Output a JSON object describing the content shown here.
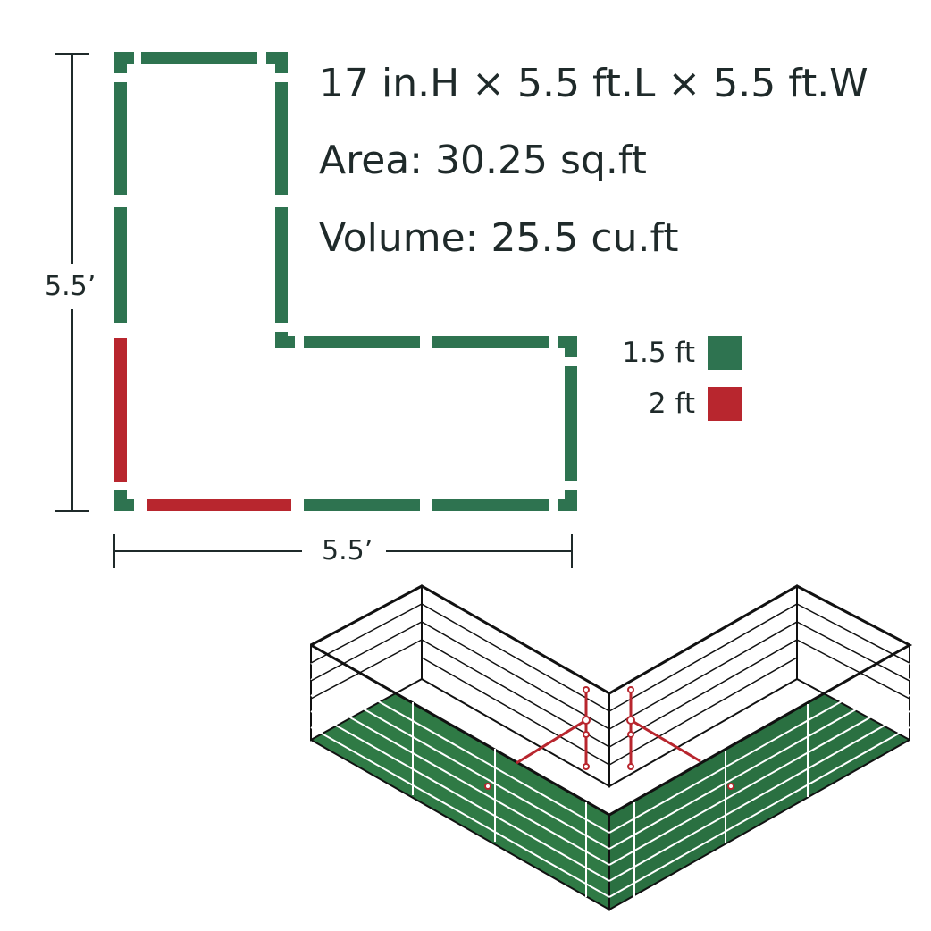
{
  "specs": {
    "dimensions": "17 in.H × 5.5 ft.L × 5.5 ft.W",
    "area": "Area: 30.25 sq.ft",
    "volume": "Volume: 25.5 cu.ft"
  },
  "plan": {
    "height_label": "5.5’",
    "width_label": "5.5’"
  },
  "legend": [
    {
      "label": "1.5 ft",
      "color": "#2e7350"
    },
    {
      "label": "2 ft",
      "color": "#b8262e"
    }
  ],
  "colors": {
    "green": "#2e7350",
    "red": "#b8262e",
    "text": "#1f2a2a",
    "panel_dark": "#2f7a45",
    "outline": "#111111"
  }
}
